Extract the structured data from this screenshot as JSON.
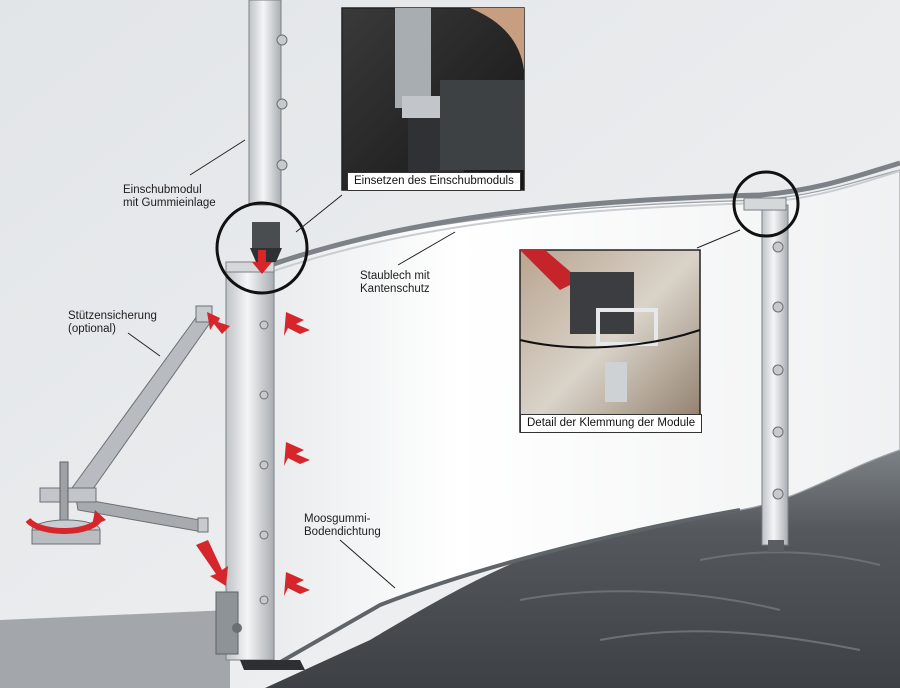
{
  "callouts": {
    "insert_module": [
      "Einschubmodul",
      "mit Gummieinlage"
    ],
    "dust_sheet": [
      "Staublech mit",
      "Kantenschutz"
    ],
    "support_lock": [
      "Stützensicherung",
      "(optional)"
    ],
    "floor_seal": [
      "Moosgummi-",
      "Bodendichtung"
    ]
  },
  "insets": {
    "top_caption": "Einsetzen des Einschubmoduls",
    "right_caption": "Detail der Klemmung der Module"
  },
  "colors": {
    "arrow": "#d6262b",
    "panel": "#f4f5f6",
    "water": "#4f5357",
    "wall": "#e6e8ea"
  }
}
